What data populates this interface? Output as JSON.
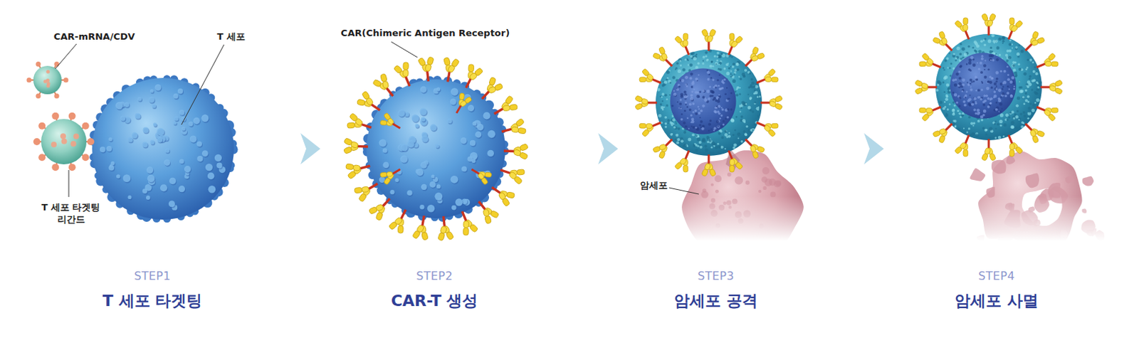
{
  "diagram": {
    "nodes": [
      {
        "text": [
          "STEP1",
          "T 세포 타겟팅"
        ]
      },
      {
        "text": [
          "STEP2",
          "CAR-T 생성"
        ]
      },
      {
        "text": [
          "STEP3",
          "암세포 공격"
        ]
      },
      {
        "text": [
          "STEP4",
          "암세포 사멸"
        ]
      }
    ],
    "edges": [
      {
        "from": 0,
        "to": 1,
        "arrow": "to"
      },
      {
        "from": 1,
        "to": 2,
        "arrow": "to"
      },
      {
        "from": 2,
        "to": 3,
        "arrow": "to"
      }
    ],
    "labels": [
      "CAR-mRNA/CDV",
      "T 세포",
      "T 세포 타겟팅 리간드",
      "CAR(Chimeric Antigen Receptor)",
      "암세포"
    ]
  }
}
